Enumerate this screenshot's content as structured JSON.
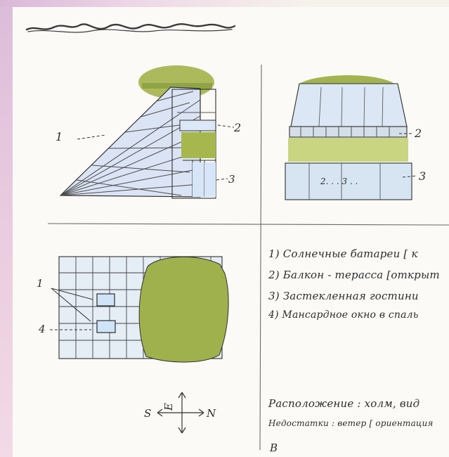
{
  "header": {
    "scribble_title": "title-scribble"
  },
  "labels": {
    "elev_left_1": "1",
    "elev_left_2": "2",
    "elev_left_3": "3",
    "elev_right_2": "2",
    "elev_right_3": "3",
    "elev_right_inner": "2. . . 3 . .",
    "plan_1": "1",
    "plan_4": "4"
  },
  "compass": {
    "north": "N",
    "south": "S",
    "east": "E"
  },
  "notes": [
    "1) Солнечные батареи [ к",
    "2) Балкон - терасса [открыт",
    "3) Застекленная гостини",
    "4) Мансардное окно в спаль"
  ],
  "footer_notes": [
    "Расположение : холм, вид",
    "Недостатки : ветер [ ориентация"
  ],
  "footer_fragment": "В",
  "colors": {
    "green": "#9db24a",
    "glass_blue": "#d3e4f3",
    "outline": "#2f2f2f"
  }
}
